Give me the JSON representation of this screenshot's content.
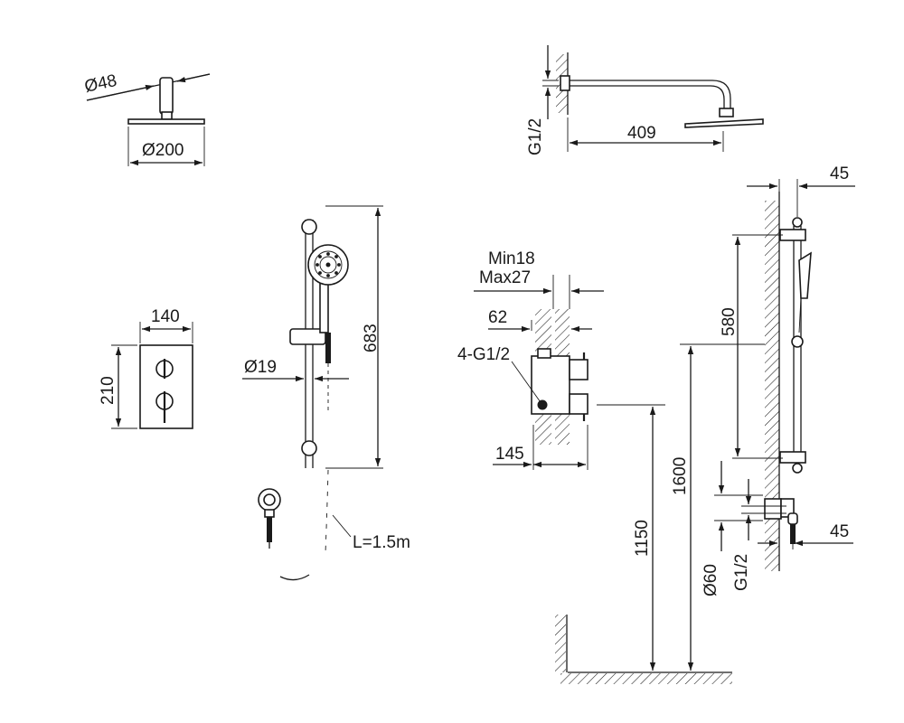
{
  "colors": {
    "ink": "#1a1a1a",
    "background": "#ffffff"
  },
  "shower_head_plan": {
    "arm_diameter": "Ø48",
    "head_diameter": "Ø200"
  },
  "shower_arm_side": {
    "thread": "G1/2",
    "reach": "409"
  },
  "control_plate": {
    "width": "140",
    "height": "210"
  },
  "slide_rail": {
    "height": "683",
    "rail_diameter": "Ø19",
    "hose_length": "L=1.5m"
  },
  "valve_box": {
    "wall_depth_min": "Min18",
    "wall_depth_max": "Max27",
    "depth": "62",
    "ports": "4-G1/2",
    "projection": "145"
  },
  "installation": {
    "rail_offset_top": "45",
    "rail_height": "580",
    "head_height": "1600",
    "valve_height": "1150",
    "elbow_diameter": "Ø60",
    "elbow_thread": "G1/2",
    "elbow_offset": "45"
  }
}
